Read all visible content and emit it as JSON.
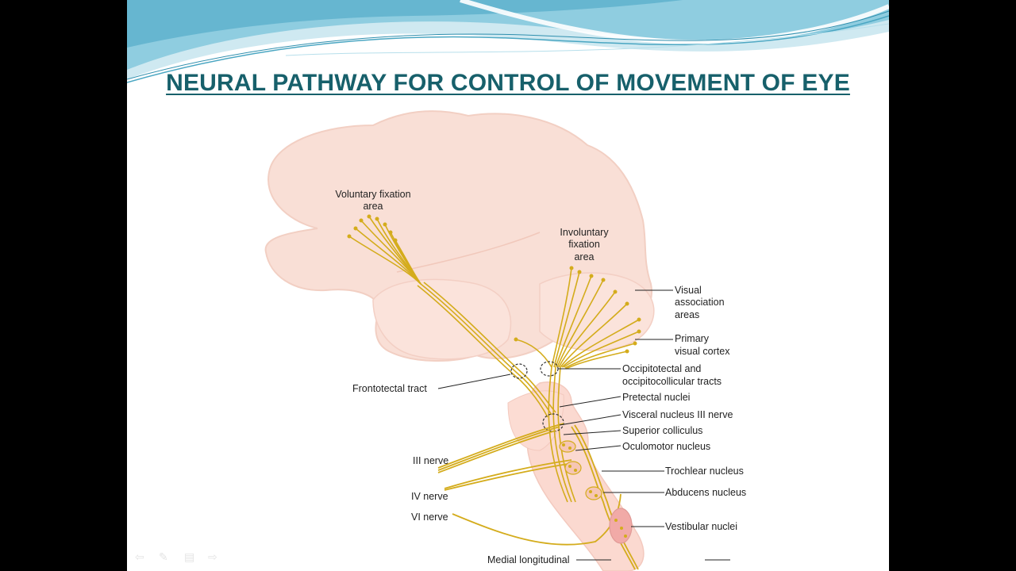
{
  "slide": {
    "title": "NEURAL PATHWAY FOR CONTROL OF MOVEMENT OF EYE"
  },
  "colors": {
    "title": "#17606b",
    "banner_top": "#7cc4d8",
    "banner_light": "#d5eef5",
    "brain_fill": "#f9dfd6",
    "brainstem_fill": "#fbd9d0",
    "nerve_fiber": "#d4ac1c",
    "label_text": "#222222"
  },
  "diagram": {
    "labels": {
      "voluntary_1": "Voluntary fixation",
      "voluntary_2": "area",
      "involuntary_1": "Involuntary",
      "involuntary_2": "fixation",
      "involuntary_3": "area",
      "visual_assoc_1": "Visual",
      "visual_assoc_2": "association",
      "visual_assoc_3": "areas",
      "primary_visual_1": "Primary",
      "primary_visual_2": "visual cortex",
      "occipitotectal_1": "Occipitotectal and",
      "occipitotectal_2": "occipitocollicular tracts",
      "frontotectal": "Frontotectal tract",
      "pretectal": "Pretectal nuclei",
      "visceral": "Visceral nucleus III nerve",
      "superior_colliculus": "Superior colliculus",
      "oculomotor_nucleus": "Oculomotor nucleus",
      "iii_nerve": "III nerve",
      "trochlear_nucleus": "Trochlear nucleus",
      "iv_nerve": "IV nerve",
      "abducens_nucleus": "Abducens nucleus",
      "vi_nerve": "VI nerve",
      "vestibular_nuclei": "Vestibular nuclei",
      "medial_longitudinal": "Medial longitudinal"
    }
  },
  "toolbar_icons": [
    "back-arrow-icon",
    "pen-icon",
    "slide-menu-icon",
    "forward-arrow-icon"
  ]
}
